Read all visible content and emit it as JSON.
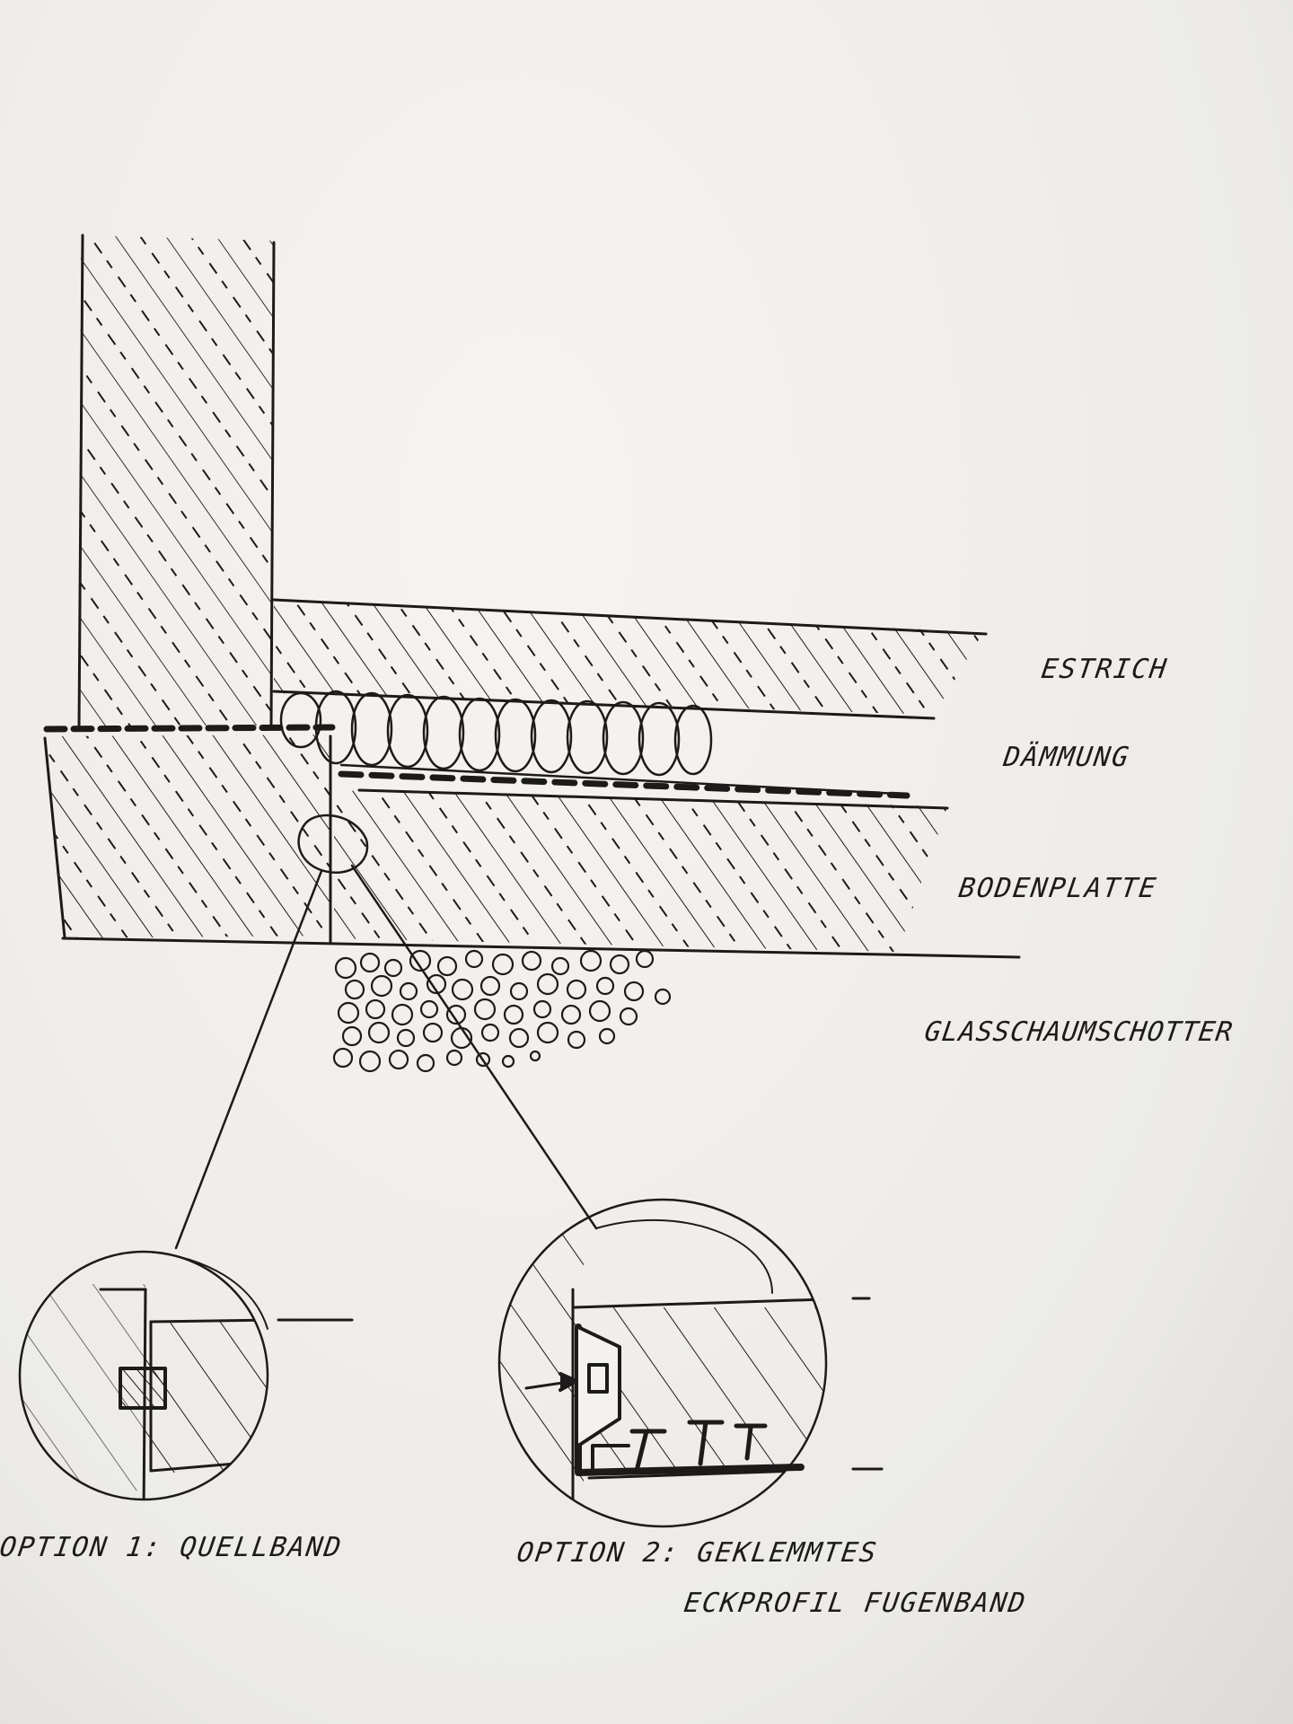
{
  "labels": {
    "estrich": "ESTRICH",
    "daemmung": "DÄMMUNG",
    "bodenplatte": "BODENPLATTE",
    "glasschaumschotter": "GLASSCHAUMSCHOTTER",
    "option1": "OPTION 1: QUELLBAND",
    "option2_line1": "OPTION 2: GEKLEMMTES",
    "option2_line2": "ECKPROFIL FUGENBAND"
  },
  "colors": {
    "ink": "#1d1b1a",
    "paper": "#f1efec"
  }
}
